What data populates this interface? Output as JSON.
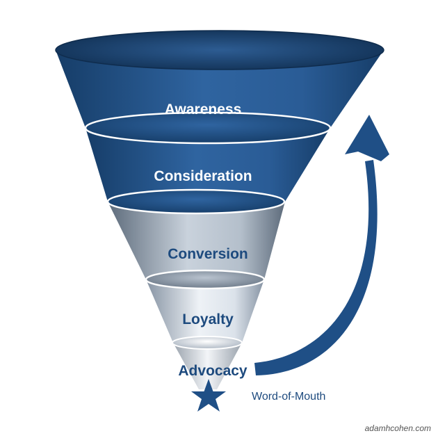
{
  "stages": [
    {
      "label": "Awareness",
      "color": "#ffffff"
    },
    {
      "label": "Consideration",
      "color": "#ffffff"
    },
    {
      "label": "Conversion",
      "color": "#1d4a7e"
    },
    {
      "label": "Loyalty",
      "color": "#1d4a7e"
    },
    {
      "label": "Advocacy",
      "color": "#1d4a7e"
    }
  ],
  "arrow_label": "Word-of-Mouth",
  "credit": "adamhcohen.com",
  "colors": {
    "dark_blue": "#1b4677",
    "mid_blue": "#2c5f97",
    "grey": "#7f8a97",
    "light": "#dfe7f0",
    "arrow": "#1f4f86",
    "star": "#1f4f86"
  }
}
